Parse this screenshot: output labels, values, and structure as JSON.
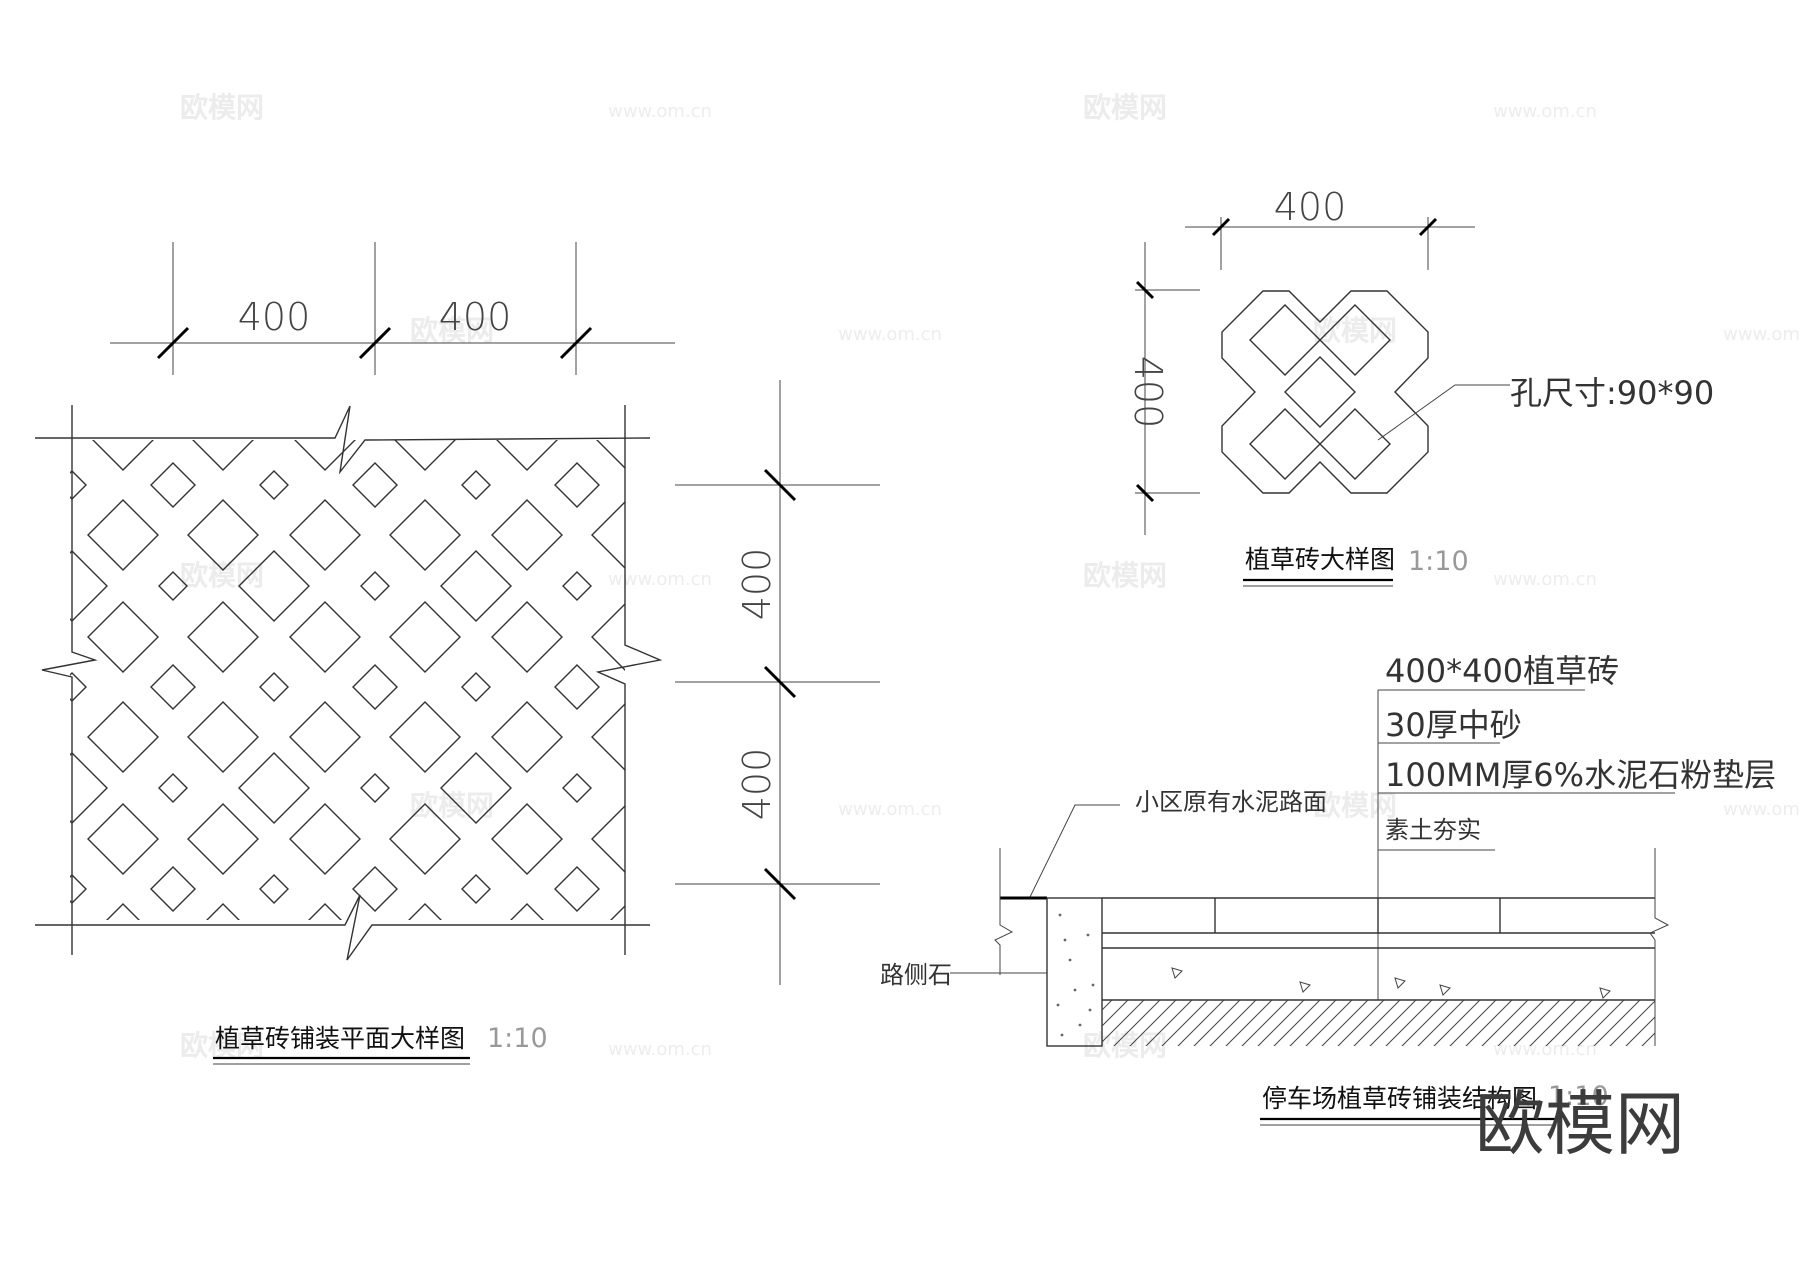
{
  "watermark": {
    "brand": "欧模网",
    "url": "www.om.cn"
  },
  "logo": "欧模网",
  "plan": {
    "title": "植草砖铺装平面大样图",
    "scale": "1:10",
    "dims_top": [
      "400",
      "400"
    ],
    "dims_side": [
      "400",
      "400"
    ]
  },
  "detail": {
    "title": "植草砖大样图",
    "scale": "1:10",
    "dim_width": "400",
    "dim_height": "400",
    "hole_note": "孔尺寸:90*90"
  },
  "section": {
    "title": "停车场植草砖铺装结构图",
    "scale": "1:10",
    "layers": [
      "400*400植草砖",
      "30厚中砂",
      "100MM厚6%水泥石粉垫层",
      "素土夯实"
    ],
    "existing_road_note": "小区原有水泥路面",
    "curb_note": "路侧石"
  },
  "colors": {
    "line": "#333333",
    "background": "#ffffff",
    "watermark": "#ececec"
  }
}
